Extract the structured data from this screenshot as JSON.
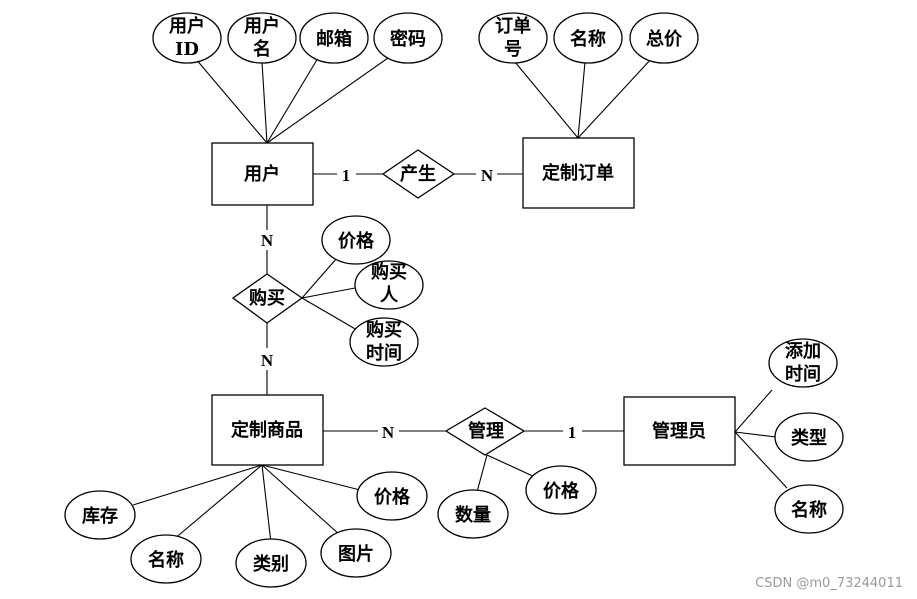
{
  "entities": [
    {
      "id": "user",
      "label": "用户"
    },
    {
      "id": "order",
      "label": "定制订单"
    },
    {
      "id": "product",
      "label": "定制商品"
    },
    {
      "id": "admin",
      "label": "管理员"
    }
  ],
  "relationships": [
    {
      "id": "produce",
      "label": "产生",
      "card_a": "1",
      "card_b": "N"
    },
    {
      "id": "buy",
      "label": "购买",
      "card_a": "N",
      "card_b": "N"
    },
    {
      "id": "manage",
      "label": "管理",
      "card_a": "N",
      "card_b": "1"
    }
  ],
  "attributes": [
    {
      "id": "user-id",
      "lines": [
        "用户",
        "ID"
      ],
      "owner": "user"
    },
    {
      "id": "user-name",
      "lines": [
        "用户",
        "名"
      ],
      "owner": "user"
    },
    {
      "id": "user-email",
      "lines": [
        "邮箱"
      ],
      "owner": "user"
    },
    {
      "id": "user-password",
      "lines": [
        "密码"
      ],
      "owner": "user"
    },
    {
      "id": "order-no",
      "lines": [
        "订单",
        "号"
      ],
      "owner": "order"
    },
    {
      "id": "order-name",
      "lines": [
        "名称"
      ],
      "owner": "order"
    },
    {
      "id": "order-total",
      "lines": [
        "总价"
      ],
      "owner": "order"
    },
    {
      "id": "buy-price",
      "lines": [
        "价格"
      ],
      "owner": "buy"
    },
    {
      "id": "buy-buyer",
      "lines": [
        "购买",
        "人"
      ],
      "owner": "buy"
    },
    {
      "id": "buy-time",
      "lines": [
        "购买",
        "时间"
      ],
      "owner": "buy"
    },
    {
      "id": "product-stock",
      "lines": [
        "库存"
      ],
      "owner": "product"
    },
    {
      "id": "product-name",
      "lines": [
        "名称"
      ],
      "owner": "product"
    },
    {
      "id": "product-category",
      "lines": [
        "类别"
      ],
      "owner": "product"
    },
    {
      "id": "product-image",
      "lines": [
        "图片"
      ],
      "owner": "product"
    },
    {
      "id": "product-price",
      "lines": [
        "价格"
      ],
      "owner": "product"
    },
    {
      "id": "manage-quantity",
      "lines": [
        "数量"
      ],
      "owner": "manage"
    },
    {
      "id": "manage-price",
      "lines": [
        "价格"
      ],
      "owner": "manage"
    },
    {
      "id": "admin-added-time",
      "lines": [
        "添加",
        "时间"
      ],
      "owner": "admin"
    },
    {
      "id": "admin-type",
      "lines": [
        "类型"
      ],
      "owner": "admin"
    },
    {
      "id": "admin-name",
      "lines": [
        "名称"
      ],
      "owner": "admin"
    }
  ],
  "watermark": "CSDN @m0_73244011"
}
